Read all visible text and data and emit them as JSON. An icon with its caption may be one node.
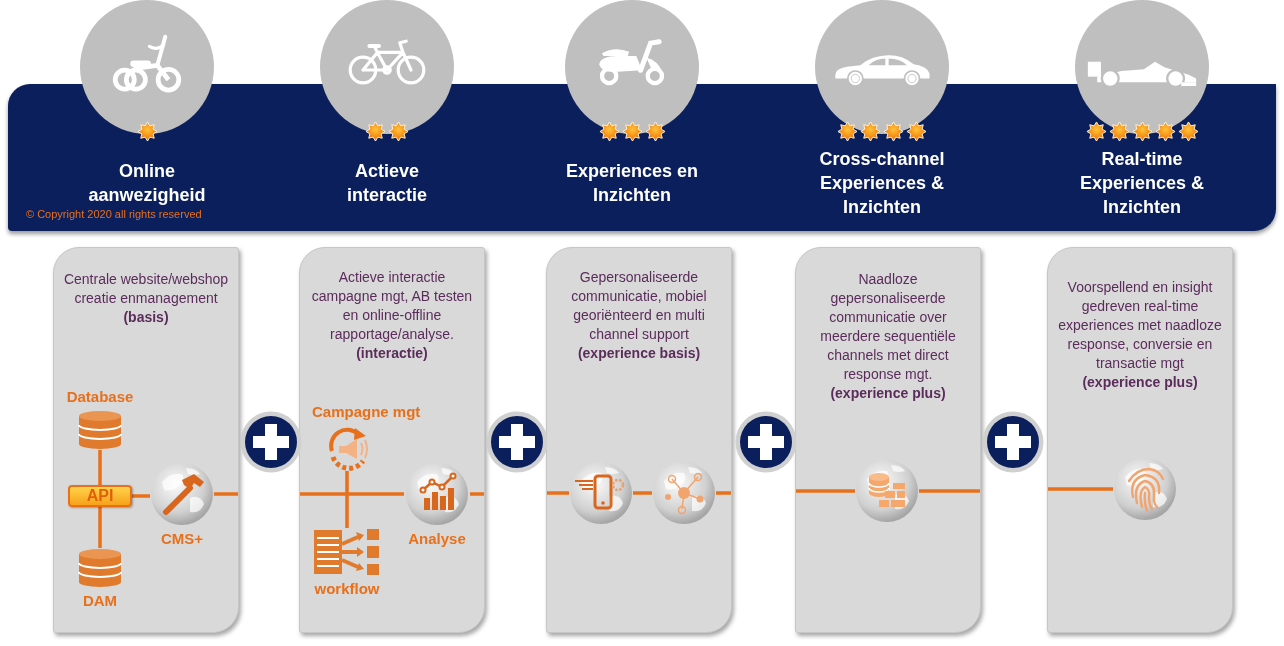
{
  "diagram": {
    "nodes": [
      {
        "text": [
          "Online aanwezigheid"
        ]
      },
      {
        "text": [
          "Actieve interactie"
        ]
      },
      {
        "text": [
          "Experiences en Inzichten"
        ]
      },
      {
        "text": [
          "Cross-channel Experiences & Inzichten"
        ]
      },
      {
        "text": [
          "Real-time Experiences & Inzichten"
        ]
      },
      {
        "text": [
          "Centrale website/webshop creatie enmanagement",
          "(basis)"
        ]
      },
      {
        "text": [
          "Database"
        ],
        "in": 5
      },
      {
        "text": [
          "API"
        ],
        "in": 5
      },
      {
        "text": [
          "DAM"
        ],
        "in": 5
      },
      {
        "text": [
          "CMS+"
        ],
        "in": 5
      },
      {
        "text": [
          "Actieve interactie campagne mgt, AB testen en online-offline rapportage/analyse.",
          "(interactie)"
        ]
      },
      {
        "text": [
          "Campagne mgt"
        ],
        "in": 10
      },
      {
        "text": [
          "workflow"
        ],
        "in": 10
      },
      {
        "text": [
          "Analyse"
        ],
        "in": 10
      },
      {
        "text": [
          "Gepersonaliseerde communicatie, mobiel georiënteerd en multi channel support",
          "(experience basis)"
        ]
      },
      {
        "text": [],
        "shape": "picture",
        "in": 14
      },
      {
        "text": [],
        "shape": "picture",
        "in": 14
      },
      {
        "text": [
          "Naadloze gepersonaliseerde communicatie over meerdere sequentiële channels met direct response mgt.",
          "(experience plus)"
        ]
      },
      {
        "text": [],
        "shape": "picture",
        "in": 17
      },
      {
        "text": [
          "Voorspellend en insight gedreven real-time experiences met naadloze response, conversie en transactie mgt",
          "(experience plus)"
        ]
      },
      {
        "text": [],
        "shape": "picture",
        "in": 19
      }
    ],
    "edges": [
      {
        "from": 6,
        "to": 7,
        "arrow": "none"
      },
      {
        "from": 7,
        "to": 8,
        "arrow": "none"
      },
      {
        "from": 7,
        "to": 9,
        "arrow": "none"
      },
      {
        "from": 9,
        "to": null,
        "arrow": "none"
      },
      {
        "from": 11,
        "to": 12,
        "arrow": "none"
      },
      {
        "from": null,
        "to": 13,
        "arrow": "none"
      },
      {
        "from": 13,
        "to": null,
        "arrow": "none"
      },
      {
        "from": null,
        "to": 15,
        "arrow": "none"
      },
      {
        "from": 15,
        "to": 16,
        "arrow": "none"
      },
      {
        "from": 16,
        "to": null,
        "arrow": "none"
      },
      {
        "from": null,
        "to": 18,
        "arrow": "none"
      },
      {
        "from": 18,
        "to": null,
        "arrow": "none"
      },
      {
        "from": null,
        "to": 20,
        "arrow": "none"
      }
    ],
    "labels": [
      "© Copyright 2020 all rights reserved"
    ]
  }
}
